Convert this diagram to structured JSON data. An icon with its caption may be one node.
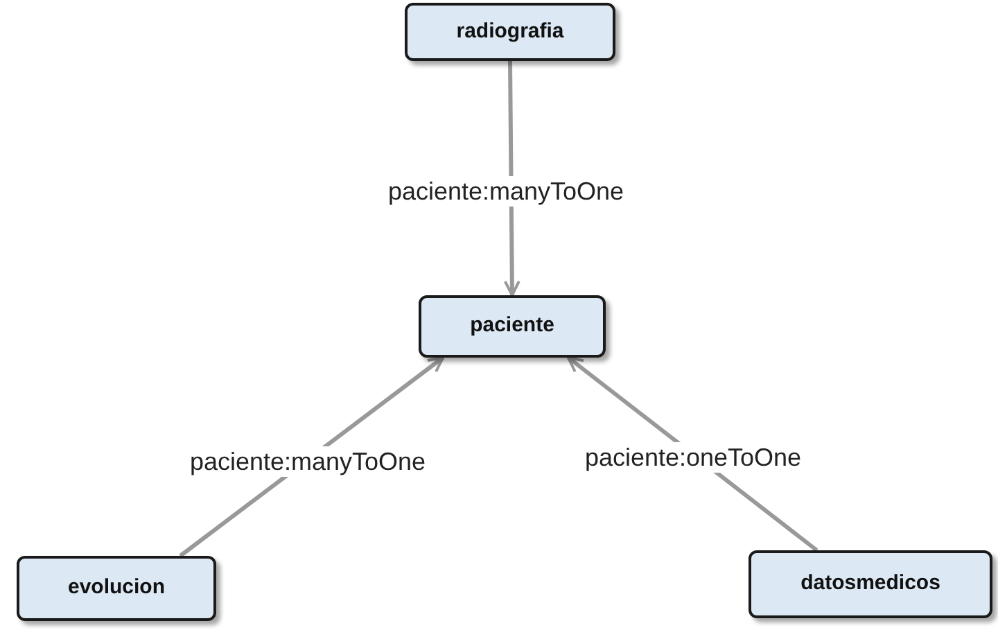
{
  "diagram": {
    "nodes": [
      {
        "text": [
          "radiografia"
        ]
      },
      {
        "text": [
          "paciente"
        ]
      },
      {
        "text": [
          "evolucion"
        ]
      },
      {
        "text": [
          "datosmedicos"
        ]
      }
    ],
    "edges": [
      {
        "from": 0,
        "to": 1,
        "arrow": "to",
        "label": "paciente:manyToOne"
      },
      {
        "from": 2,
        "to": 1,
        "arrow": "to",
        "label": "paciente:manyToOne"
      },
      {
        "from": 3,
        "to": 1,
        "arrow": "to",
        "label": "paciente:oneToOne"
      }
    ]
  }
}
